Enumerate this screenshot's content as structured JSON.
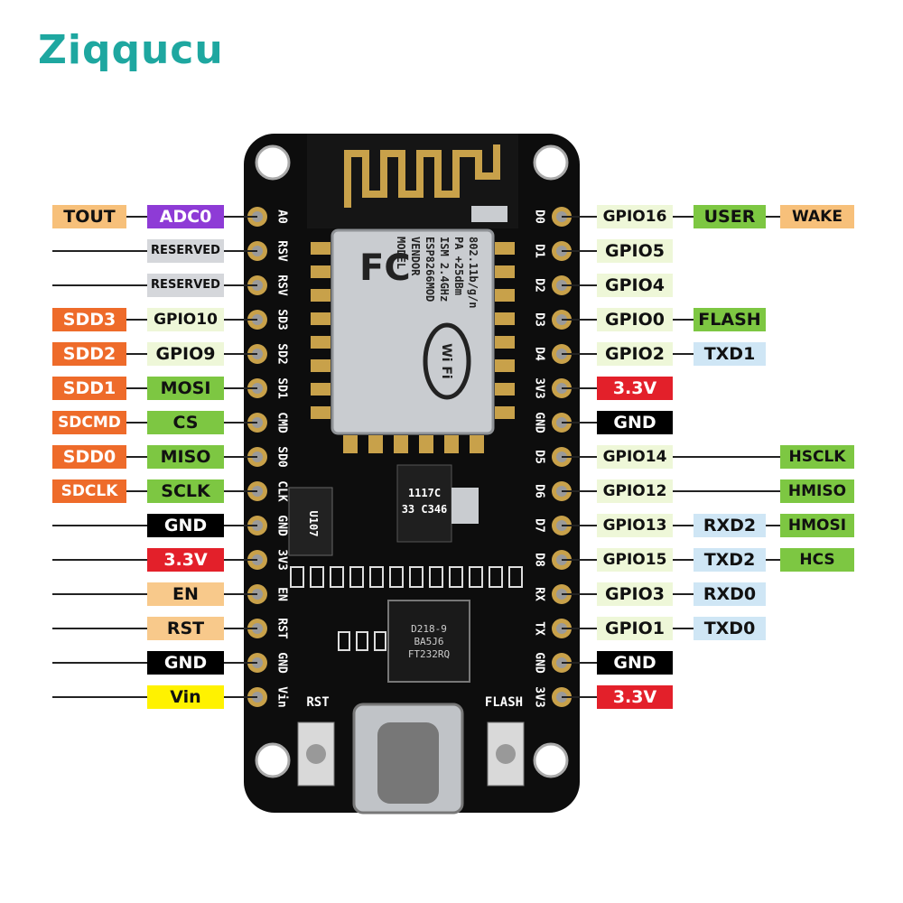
{
  "brand": {
    "logo_text": "Ziqqucu"
  },
  "board": {
    "module_lines": [
      "MODEL",
      "VENDOR",
      "ESP8266MOD",
      "ISM 2.4GHz",
      "PA +25dBm",
      "802.11b/g/n"
    ],
    "fc_mark": "FC",
    "wifi_text": "Wi Fi",
    "regulator_lines": [
      "1117C",
      "33 C346"
    ],
    "usb_ic_lines": [
      "D218-9",
      "BA5J6",
      "FT232RQ"
    ],
    "u107": "U107",
    "button_left": "RST",
    "button_right": "FLASH",
    "left_silk": [
      "A0",
      "RSV",
      "RSV",
      "SD3",
      "SD2",
      "SD1",
      "CMD",
      "SD0",
      "CLK",
      "GND",
      "3V3",
      "EN",
      "RST",
      "GND",
      "Vin"
    ],
    "right_silk": [
      "D0",
      "D1",
      "D2",
      "D3",
      "D4",
      "3V3",
      "GND",
      "D5",
      "D6",
      "D7",
      "D8",
      "RX",
      "TX",
      "GND",
      "3V3"
    ]
  },
  "left_rows": [
    {
      "outer": "TOUT",
      "inner": "ADC0"
    },
    {
      "outer": "",
      "inner": "RESERVED"
    },
    {
      "outer": "",
      "inner": "RESERVED"
    },
    {
      "outer": "SDD3",
      "inner": "GPIO10"
    },
    {
      "outer": "SDD2",
      "inner": "GPIO9"
    },
    {
      "outer": "SDD1",
      "inner": "MOSI"
    },
    {
      "outer": "SDCMD",
      "inner": "CS"
    },
    {
      "outer": "SDD0",
      "inner": "MISO"
    },
    {
      "outer": "SDCLK",
      "inner": "SCLK"
    },
    {
      "outer": "",
      "inner": "GND"
    },
    {
      "outer": "",
      "inner": "3.3V"
    },
    {
      "outer": "",
      "inner": "EN"
    },
    {
      "outer": "",
      "inner": "RST"
    },
    {
      "outer": "",
      "inner": "GND"
    },
    {
      "outer": "",
      "inner": "Vin"
    }
  ],
  "right_rows": [
    {
      "gpio": "GPIO16",
      "a": "USER",
      "b": "WAKE"
    },
    {
      "gpio": "GPIO5",
      "a": "",
      "b": ""
    },
    {
      "gpio": "GPIO4",
      "a": "",
      "b": ""
    },
    {
      "gpio": "GPIO0",
      "a": "FLASH",
      "b": ""
    },
    {
      "gpio": "GPIO2",
      "a": "TXD1",
      "b": ""
    },
    {
      "gpio": "3.3V",
      "a": "",
      "b": ""
    },
    {
      "gpio": "GND",
      "a": "",
      "b": ""
    },
    {
      "gpio": "GPIO14",
      "a": "",
      "b": "HSCLK"
    },
    {
      "gpio": "GPIO12",
      "a": "",
      "b": "HMISO"
    },
    {
      "gpio": "GPIO13",
      "a": "RXD2",
      "b": "HMOSI"
    },
    {
      "gpio": "GPIO15",
      "a": "TXD2",
      "b": "HCS"
    },
    {
      "gpio": "GPIO3",
      "a": "RXD0",
      "b": ""
    },
    {
      "gpio": "GPIO1",
      "a": "TXD0",
      "b": ""
    },
    {
      "gpio": "GND",
      "a": "",
      "b": ""
    },
    {
      "gpio": "3.3V",
      "a": "",
      "b": ""
    }
  ],
  "colors": {
    "board": "#0d0d0d",
    "module_can": "#c9ccd0",
    "pad": "#c8a14a",
    "header_pin": "#9a9a9a",
    "logo_z": "#1ea7a0",
    "logo_text": "#1b3a4b"
  }
}
